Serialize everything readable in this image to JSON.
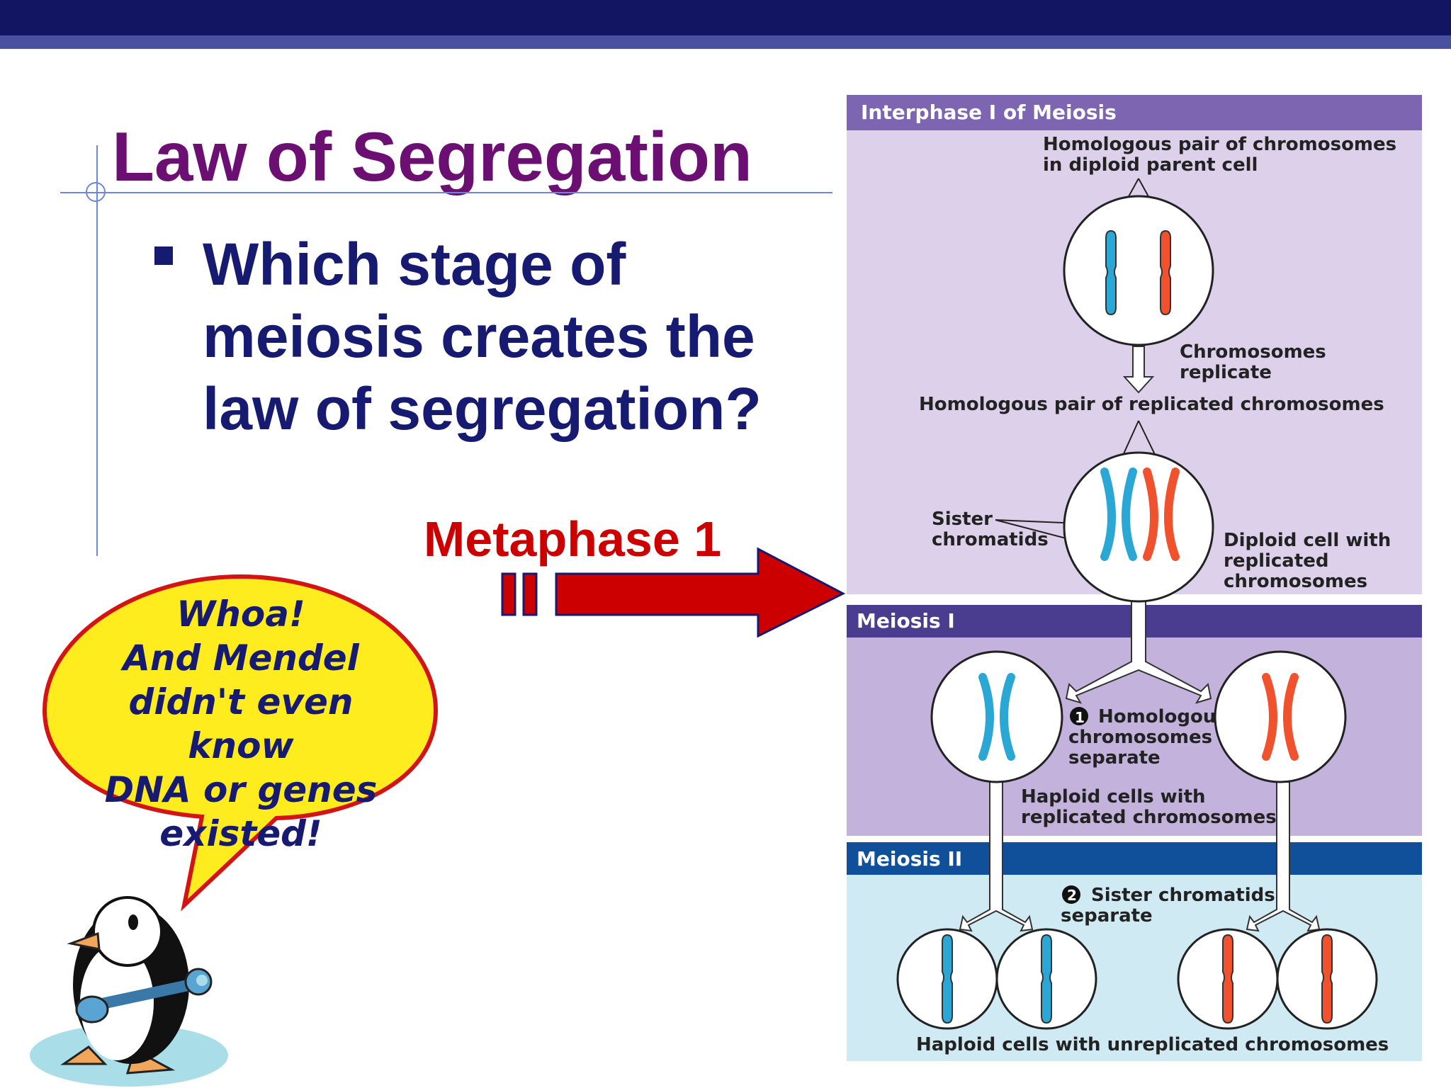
{
  "slide": {
    "title": "Law of Segregation",
    "question": "Which stage of meiosis creates the law of segregation?",
    "answer": "Metaphase 1",
    "speech_bubble": {
      "lines": [
        "Whoa!",
        "And Mendel",
        "didn't even know",
        "DNA or genes",
        "existed!"
      ]
    }
  },
  "diagram": {
    "sections": {
      "interphase": "Interphase I of Meiosis",
      "meiosis1": "Meiosis I",
      "meiosis2": "Meiosis II"
    },
    "labels": {
      "homologous_pair_1": "Homologous pair of chromosomes",
      "homologous_pair_2": "in diploid parent cell",
      "replicate_1": "Chromosomes",
      "replicate_2": "replicate",
      "replicated_pair": "Homologous pair of replicated chromosomes",
      "sister_1": "Sister",
      "sister_2": "chromatids",
      "diploid_1": "Diploid cell with",
      "diploid_2": "replicated",
      "diploid_3": "chromosomes",
      "step1_num": "1",
      "step1_1": "Homologous",
      "step1_2": "chromosomes",
      "step1_3": "separate",
      "haploid_rep_1": "Haploid cells with",
      "haploid_rep_2": "replicated chromosomes",
      "step2_num": "2",
      "step2_1": "Sister chromatids",
      "step2_2": "separate",
      "haploid_unrep": "Haploid cells with unreplicated chromosomes"
    }
  },
  "colors": {
    "header_navy": "#121561",
    "title_purple": "#6b0f72",
    "text_navy": "#161a70",
    "answer_red": "#cc0000",
    "interphase_bg": "#dcd0ea",
    "meiosis1_bg": "#c2b2dc",
    "meiosis2_bg": "#cfeaf3",
    "chromosome_blue": "#2aa7d4",
    "chromosome_red": "#f0522e"
  }
}
